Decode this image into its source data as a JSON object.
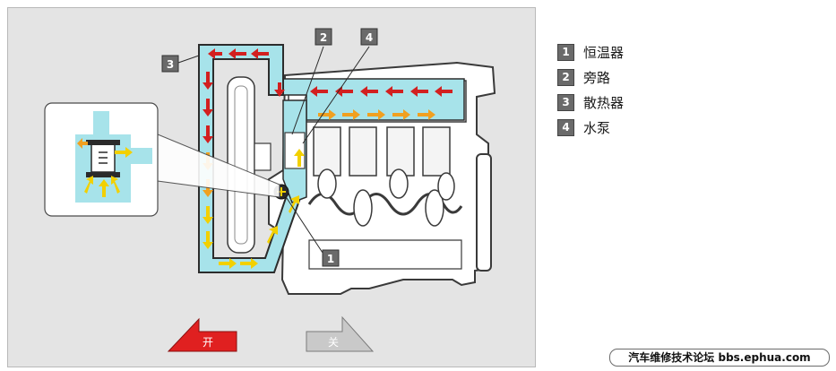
{
  "callouts": {
    "thermostat": "1",
    "bypass": "2",
    "radiator": "3",
    "water_pump": "4"
  },
  "legend": [
    {
      "num": "1",
      "label": "恒温器"
    },
    {
      "num": "2",
      "label": "旁路"
    },
    {
      "num": "3",
      "label": "散热器"
    },
    {
      "num": "4",
      "label": "水泵"
    }
  ],
  "buttons": {
    "open": "开",
    "close": "关"
  },
  "watermark": "汽车维修技术论坛 bbs.ephua.com",
  "colors": {
    "panel": "#e4e4e4",
    "coolant": "#a7e3ea",
    "hot_arrow": "#d22020",
    "warm_arrow": "#f0a020",
    "cool_arrow": "#f2d000",
    "open_button": "#e02020",
    "close_button": "#c9c9c9",
    "callout_box": "#6a6a6a"
  }
}
